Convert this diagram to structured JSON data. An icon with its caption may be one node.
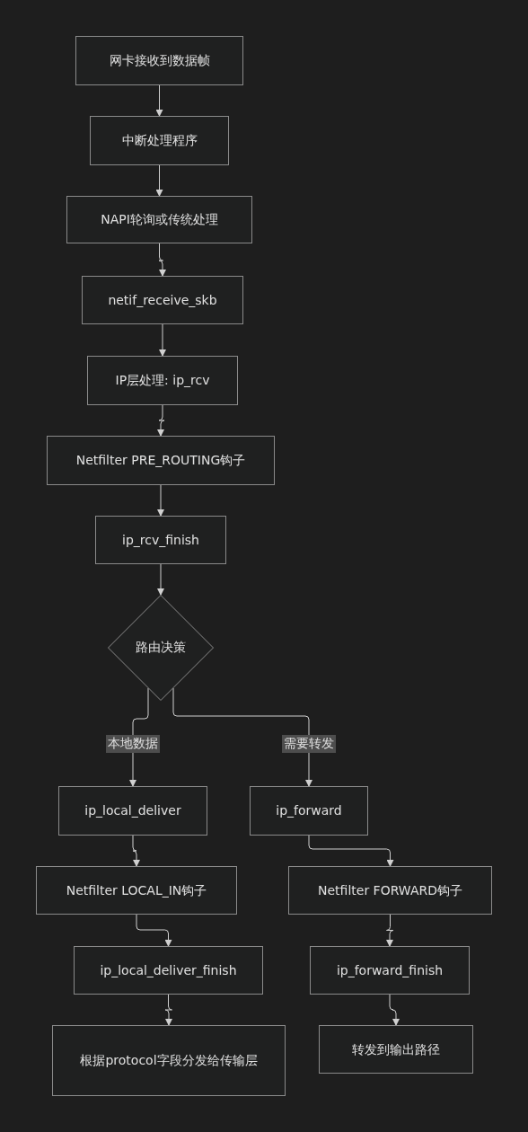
{
  "diagram": {
    "nodes": [
      {
        "text": [
          "网卡接收到数据帧"
        ]
      },
      {
        "text": [
          "中断处理程序"
        ]
      },
      {
        "text": [
          "NAPI轮询或传统处理"
        ]
      },
      {
        "text": [
          "netif_receive_skb"
        ]
      },
      {
        "text": [
          "IP层处理: ip_rcv"
        ]
      },
      {
        "text": [
          "Netfilter PRE_ROUTING钩子"
        ]
      },
      {
        "text": [
          "ip_rcv_finish"
        ]
      },
      {
        "text": [
          "路由决策"
        ]
      },
      {
        "text": [
          "ip_local_deliver"
        ]
      },
      {
        "text": [
          "ip_forward"
        ]
      },
      {
        "text": [
          "Netfilter LOCAL_IN钩子"
        ]
      },
      {
        "text": [
          "Netfilter FORWARD钩子"
        ]
      },
      {
        "text": [
          "ip_local_deliver_finish"
        ]
      },
      {
        "text": [
          "ip_forward_finish"
        ]
      },
      {
        "text": [
          "根据protocol字段分发给传输层"
        ]
      },
      {
        "text": [
          "转发到输出路径"
        ]
      }
    ],
    "edges": [
      {
        "from": 0,
        "to": 1,
        "arrow": "to"
      },
      {
        "from": 1,
        "to": 2,
        "arrow": "to"
      },
      {
        "from": 2,
        "to": 3,
        "arrow": "to"
      },
      {
        "from": 3,
        "to": 4,
        "arrow": "to"
      },
      {
        "from": 4,
        "to": 5,
        "arrow": "to"
      },
      {
        "from": 5,
        "to": 6,
        "arrow": "to"
      },
      {
        "from": 6,
        "to": 7,
        "arrow": "to"
      },
      {
        "from": 7,
        "to": 8,
        "arrow": "to",
        "label": "本地数据"
      },
      {
        "from": 7,
        "to": 9,
        "arrow": "to",
        "label": "需要转发"
      },
      {
        "from": 8,
        "to": 10,
        "arrow": "to"
      },
      {
        "from": 9,
        "to": 11,
        "arrow": "to"
      },
      {
        "from": 10,
        "to": 12,
        "arrow": "to"
      },
      {
        "from": 11,
        "to": 13,
        "arrow": "to"
      },
      {
        "from": 12,
        "to": 14,
        "arrow": "to"
      },
      {
        "from": 13,
        "to": 15,
        "arrow": "to"
      }
    ]
  }
}
